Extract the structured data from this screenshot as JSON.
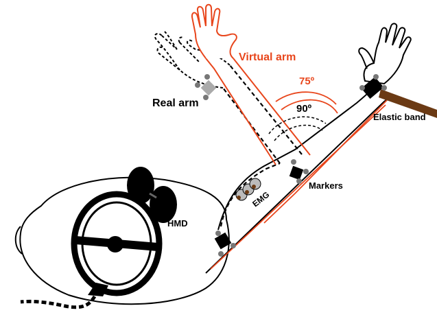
{
  "labels": {
    "virtual_arm": "Virtual arm",
    "real_arm": "Real arm",
    "angle_virtual": "75º",
    "angle_real": "90º",
    "elastic_band": "Elastic band",
    "markers": "Markers",
    "emg": "EMG",
    "hmd": "HMD"
  },
  "colors": {
    "virtual": "#e8461c",
    "real": "#000000",
    "band": "#6b3a14",
    "marker_grey": "#9a9a9a"
  },
  "angles": {
    "virtual_deg": 75,
    "real_deg": 90
  }
}
